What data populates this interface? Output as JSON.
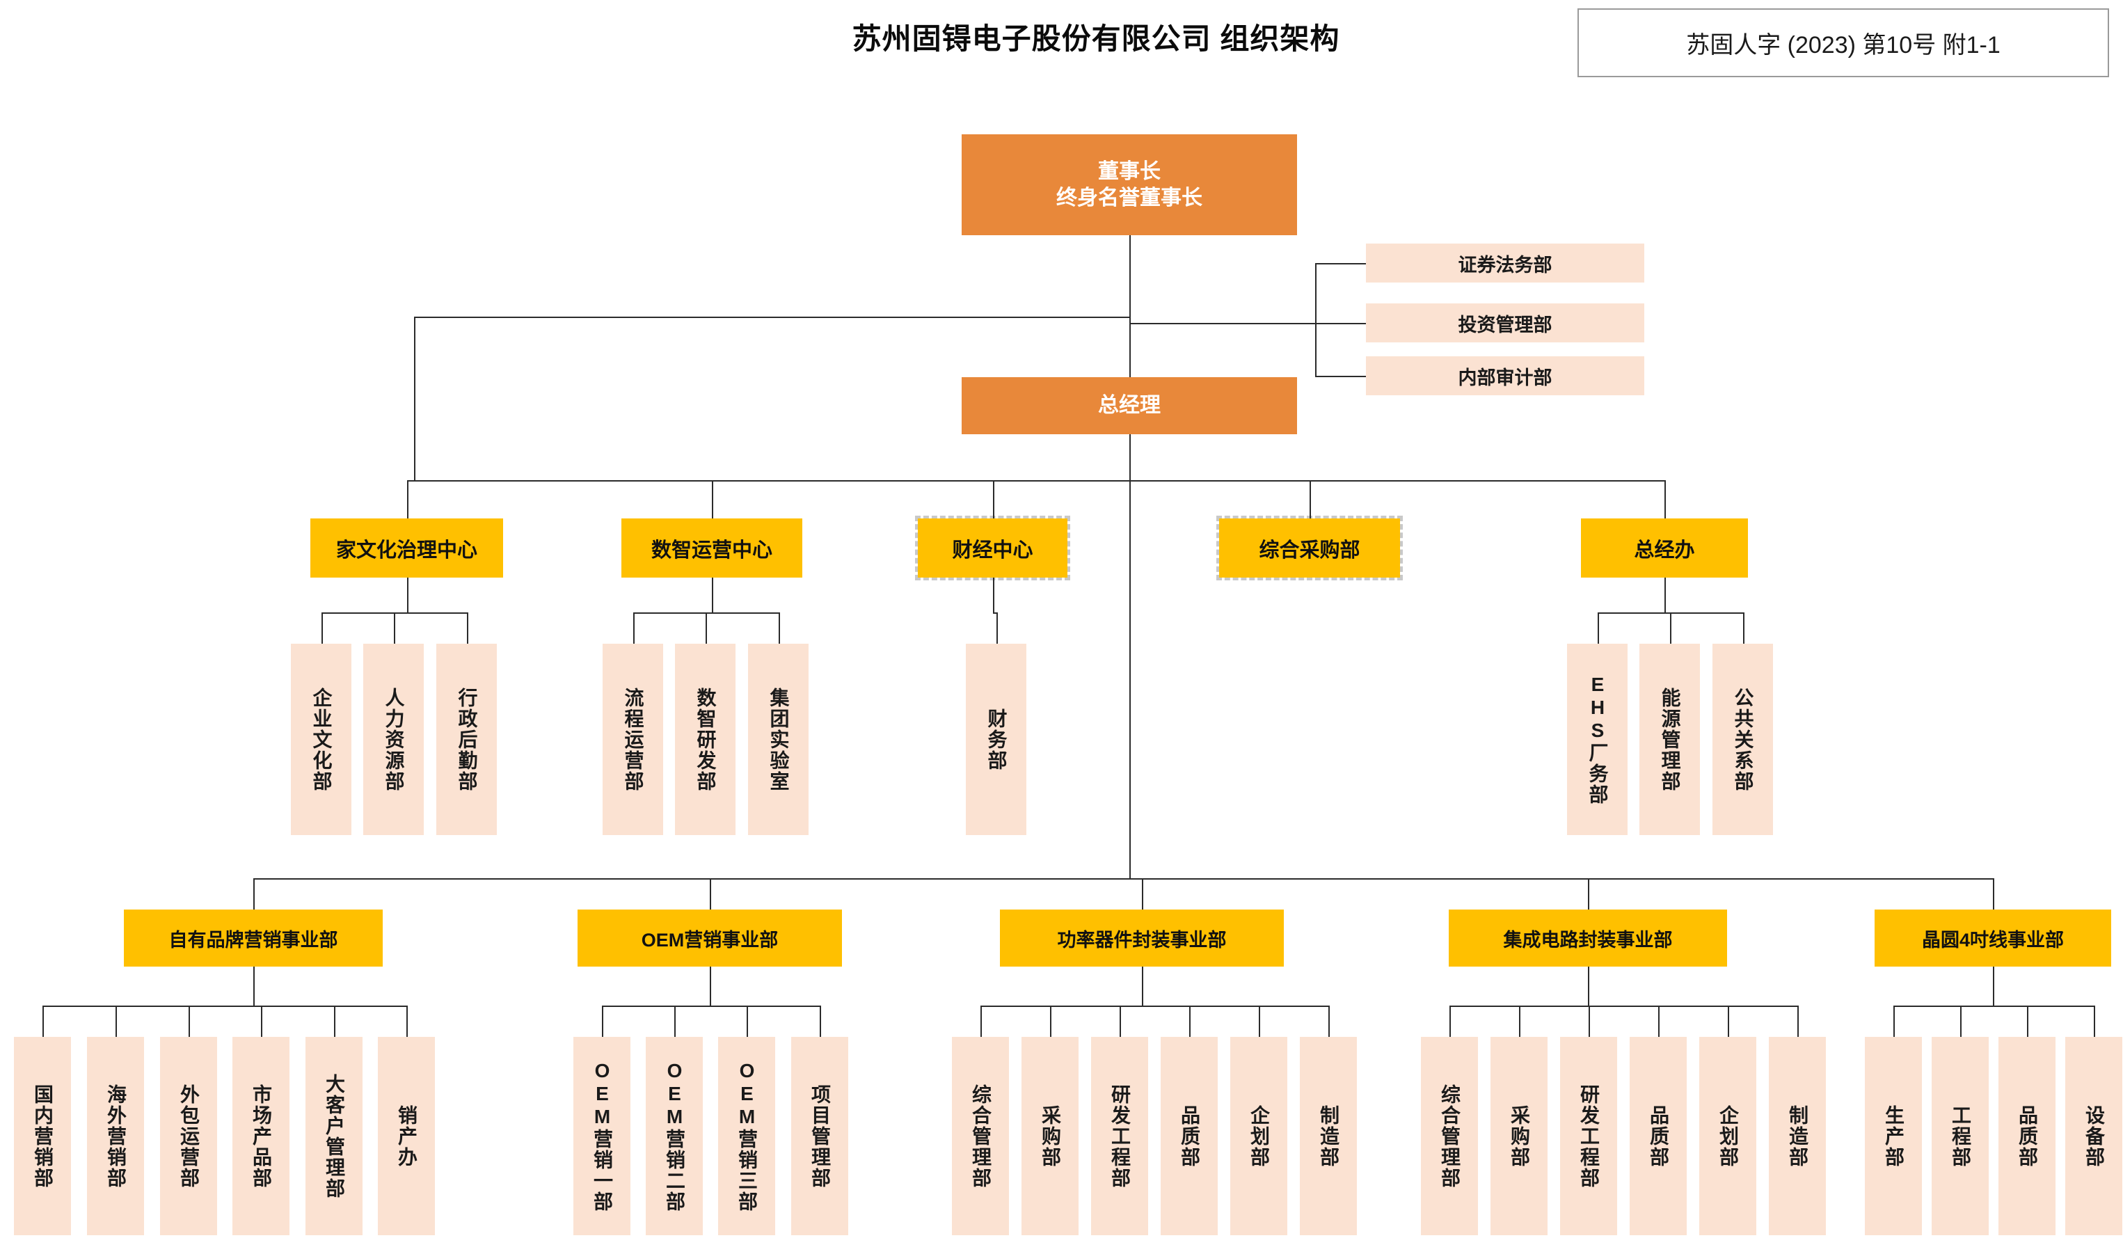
{
  "header": {
    "title": "苏州固锝电子股份有限公司 组织架构",
    "doc_number": "苏固人字 (2023) 第10号 附1-1"
  },
  "colors": {
    "executive_bg": "#E8883A",
    "center_bg": "#FFC000",
    "department_bg": "#FBE2D2",
    "line": "#2b2b2b",
    "selection_outline": "#c9c9c9"
  },
  "chart_data": {
    "type": "diagram",
    "title": "苏州固锝电子股份有限公司 组织架构",
    "executives": [
      {
        "id": "chairman",
        "label": "董事长\n终身名誉董事长",
        "line1": "董事长",
        "line2": "终身名誉董事长",
        "level": "executive"
      },
      {
        "id": "gm",
        "label": "总经理",
        "level": "executive"
      }
    ],
    "staff_departments": [
      {
        "id": "securities-legal",
        "label": "证券法务部",
        "reports_to": "chairman"
      },
      {
        "id": "investment-mgmt",
        "label": "投资管理部",
        "reports_to": "chairman"
      },
      {
        "id": "internal-audit",
        "label": "内部审计部",
        "reports_to": "chairman"
      }
    ],
    "centers": [
      {
        "id": "family-culture-center",
        "label": "家文化治理中心",
        "selected": false,
        "children": [
          {
            "id": "corporate-culture-dept",
            "label": "企业文化部"
          },
          {
            "id": "human-resources-dept",
            "label": "人力资源部"
          },
          {
            "id": "admin-logistics-dept",
            "label": "行政后勤部"
          }
        ]
      },
      {
        "id": "digital-operations-center",
        "label": "数智运营中心",
        "selected": false,
        "children": [
          {
            "id": "process-operations-dept",
            "label": "流程运营部"
          },
          {
            "id": "digital-rd-dept",
            "label": "数智研发部"
          },
          {
            "id": "group-laboratory",
            "label": "集团实验室"
          }
        ]
      },
      {
        "id": "finance-center",
        "label": "财经中心",
        "selected": true,
        "children": [
          {
            "id": "finance-dept",
            "label": "财务部"
          }
        ]
      },
      {
        "id": "general-procurement-dept",
        "label": "综合采购部",
        "selected": true,
        "children": []
      },
      {
        "id": "gm-office",
        "label": "总经办",
        "selected": false,
        "children": [
          {
            "id": "ehs-plant-affairs-dept",
            "label": "EHS厂务部"
          },
          {
            "id": "energy-management-dept",
            "label": "能源管理部"
          },
          {
            "id": "public-relations-dept",
            "label": "公共关系部"
          }
        ]
      }
    ],
    "divisions": [
      {
        "id": "own-brand-marketing-division",
        "label": "自有品牌营销事业部",
        "children": [
          {
            "id": "domestic-marketing-dept",
            "label": "国内营销部"
          },
          {
            "id": "overseas-marketing-dept",
            "label": "海外营销部"
          },
          {
            "id": "outsourcing-operations-dept",
            "label": "外包运营部"
          },
          {
            "id": "market-product-dept",
            "label": "市场产品部"
          },
          {
            "id": "key-account-management-dept",
            "label": "大客户管理部"
          },
          {
            "id": "sales-production-office",
            "label": "销产办"
          }
        ]
      },
      {
        "id": "oem-marketing-division",
        "label": "OEM营销事业部",
        "children": [
          {
            "id": "oem-marketing-dept-1",
            "label": "OEM营销一部"
          },
          {
            "id": "oem-marketing-dept-2",
            "label": "OEM营销二部"
          },
          {
            "id": "oem-marketing-dept-3",
            "label": "OEM营销三部"
          },
          {
            "id": "project-management-dept",
            "label": "项目管理部"
          }
        ]
      },
      {
        "id": "power-device-packaging-division",
        "label": "功率器件封装事业部",
        "children": [
          {
            "id": "pd-general-management-dept",
            "label": "综合管理部"
          },
          {
            "id": "pd-procurement-dept",
            "label": "采购部"
          },
          {
            "id": "pd-rd-engineering-dept",
            "label": "研发工程部"
          },
          {
            "id": "pd-quality-dept",
            "label": "品质部"
          },
          {
            "id": "pd-planning-dept",
            "label": "企划部"
          },
          {
            "id": "pd-manufacturing-dept",
            "label": "制造部"
          }
        ]
      },
      {
        "id": "ic-packaging-division",
        "label": "集成电路封装事业部",
        "children": [
          {
            "id": "ic-general-management-dept",
            "label": "综合管理部"
          },
          {
            "id": "ic-procurement-dept",
            "label": "采购部"
          },
          {
            "id": "ic-rd-engineering-dept",
            "label": "研发工程部"
          },
          {
            "id": "ic-quality-dept",
            "label": "品质部"
          },
          {
            "id": "ic-planning-dept",
            "label": "企划部"
          },
          {
            "id": "ic-manufacturing-dept",
            "label": "制造部"
          }
        ]
      },
      {
        "id": "wafer-4inch-line-division",
        "label": "晶圆4吋线事业部",
        "children": [
          {
            "id": "wafer-production-dept",
            "label": "生产部"
          },
          {
            "id": "wafer-engineering-dept",
            "label": "工程部"
          },
          {
            "id": "wafer-quality-dept",
            "label": "品质部"
          },
          {
            "id": "wafer-equipment-dept",
            "label": "设备部"
          }
        ]
      }
    ]
  }
}
